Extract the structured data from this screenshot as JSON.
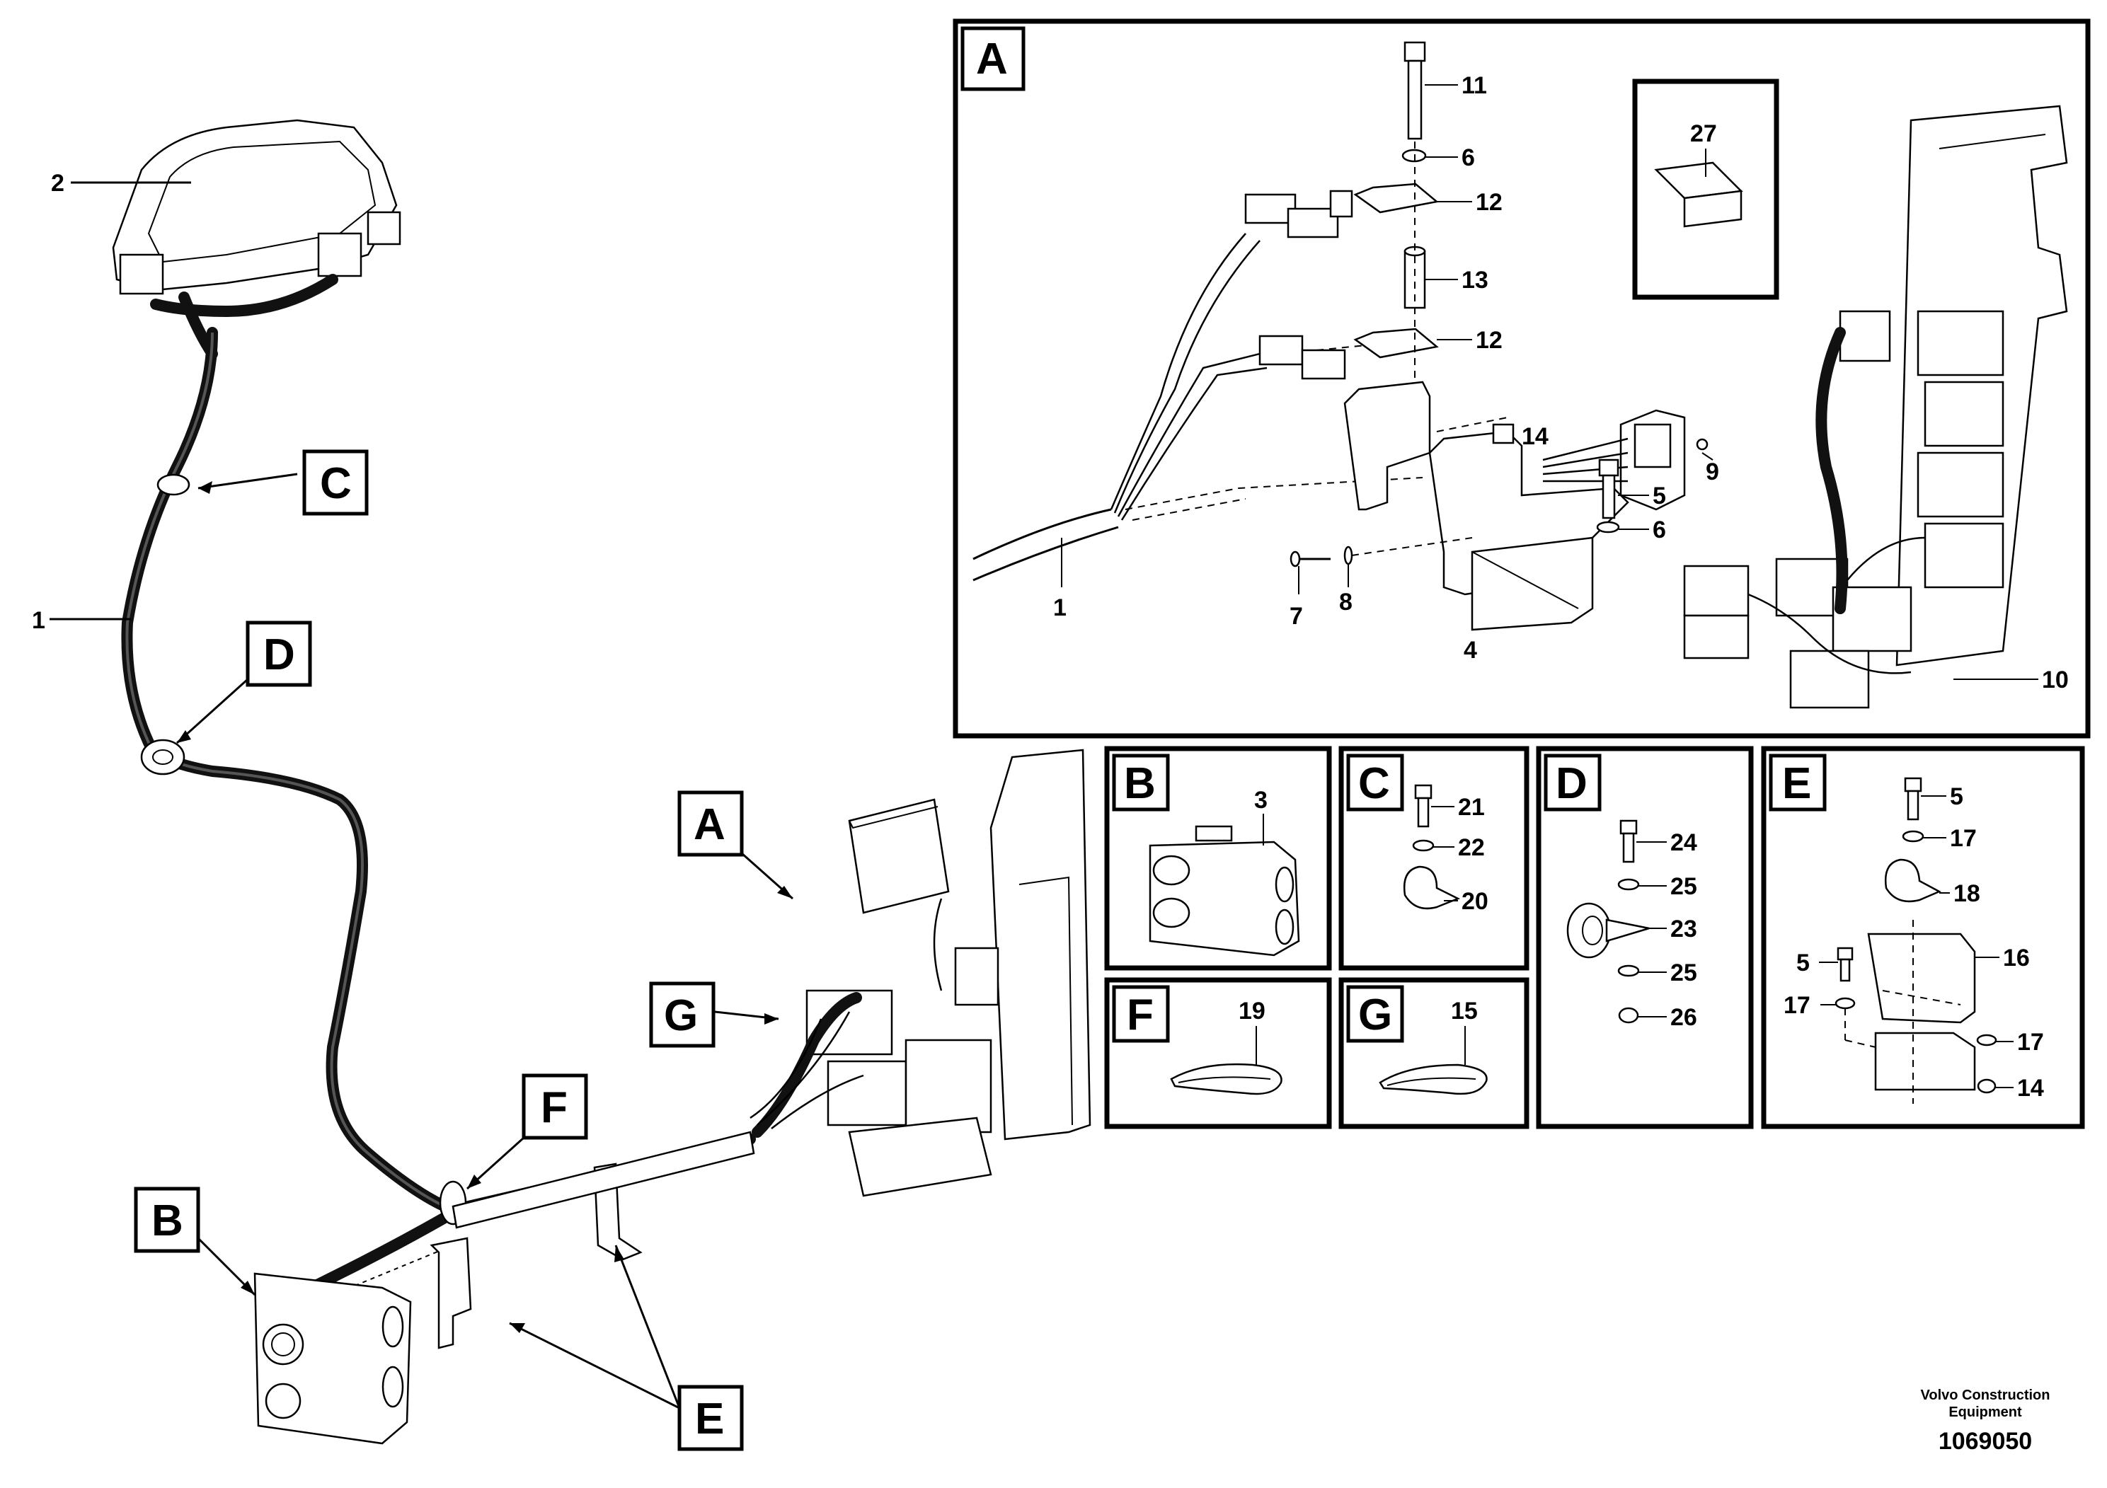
{
  "callouts": {
    "A": "A",
    "B": "B",
    "C": "C",
    "D": "D",
    "E": "E",
    "F": "F",
    "G": "G"
  },
  "parts": {
    "p1": "1",
    "p2": "2",
    "p3": "3",
    "p4": "4",
    "p5": "5",
    "p6": "6",
    "p7": "7",
    "p8": "8",
    "p9": "9",
    "p10": "10",
    "p11": "11",
    "p12": "12",
    "p13": "13",
    "p14": "14",
    "p15": "15",
    "p16": "16",
    "p17": "17",
    "p18": "18",
    "p19": "19",
    "p20": "20",
    "p21": "21",
    "p22": "22",
    "p23": "23",
    "p24": "24",
    "p25": "25",
    "p26": "26",
    "p27": "27"
  },
  "footer": {
    "company_line1": "Volvo Construction",
    "company_line2": "Equipment",
    "drawing_number": "1069050"
  }
}
